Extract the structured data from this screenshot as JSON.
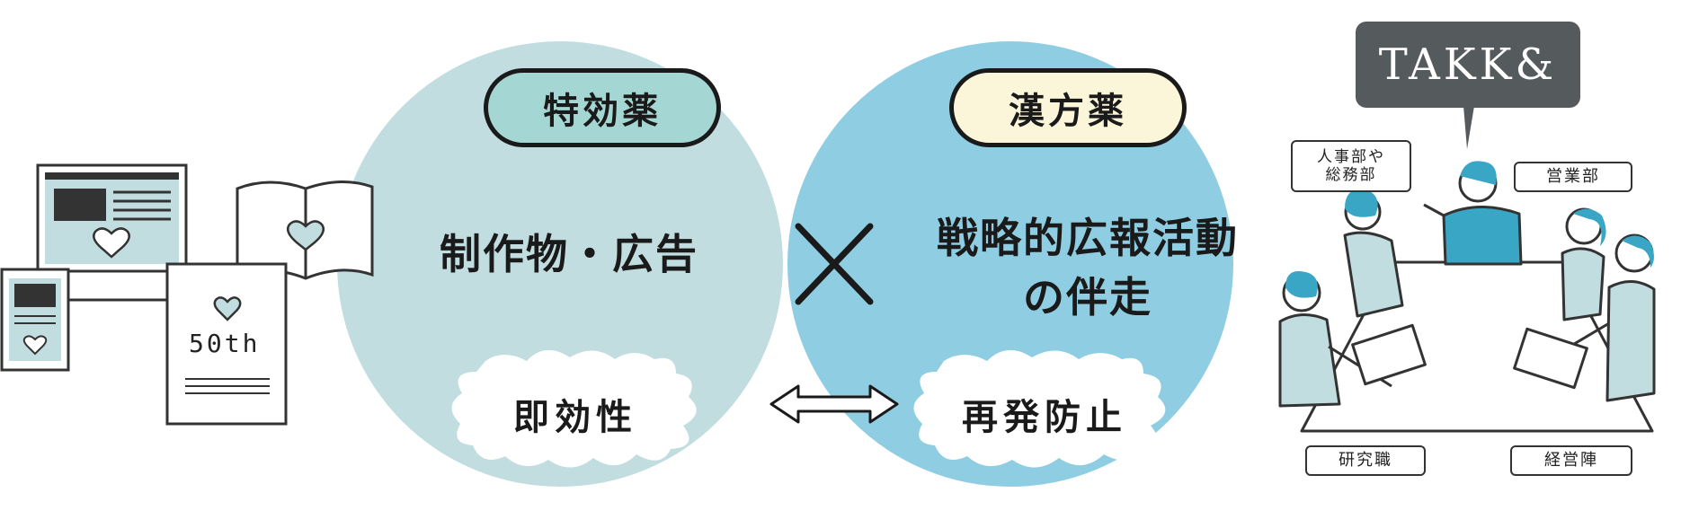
{
  "left": {
    "label": "特効薬",
    "title": "制作物・広告",
    "effect": "即効性",
    "colors": {
      "circle": "#c2dde0",
      "pill_bg": "#a4d6d3"
    }
  },
  "right": {
    "label": "漢方薬",
    "title_line1": "戦略的広報活動",
    "title_line2": "の伴走",
    "effect": "再発防止",
    "colors": {
      "circle": "#8fcde2",
      "pill_bg": "#fbf6d9"
    }
  },
  "overlap_color": "#6db0c2",
  "cross_symbol": "×",
  "arrow_symbol": "⟺",
  "illustration_left": {
    "anniversary_text": "50th"
  },
  "illustration_right": {
    "brand": "TAKK&",
    "tags": {
      "hr": "人事部や\n総務部",
      "sales": "営業部",
      "research": "研究職",
      "management": "経営陣"
    }
  }
}
